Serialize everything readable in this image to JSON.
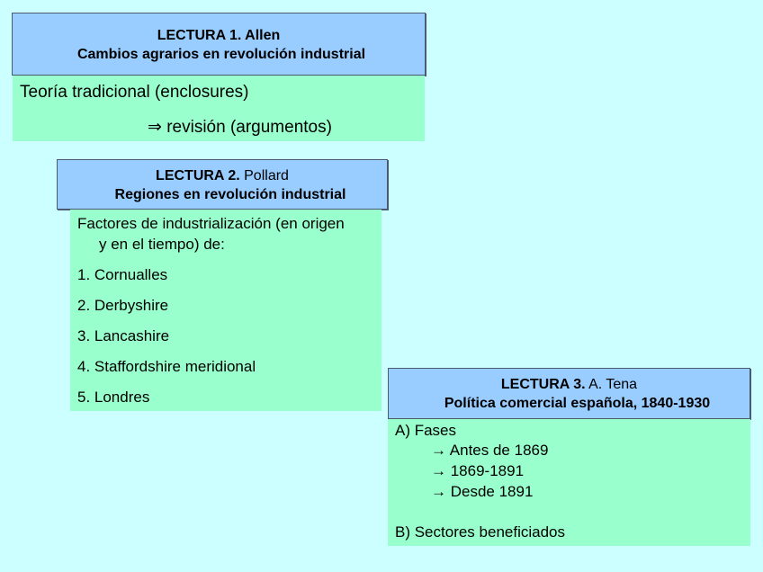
{
  "page": {
    "background": "#ccffff",
    "header_color": "#99ccff",
    "body_color": "#99ffcc"
  },
  "lectura1": {
    "title_bold": "LECTURA 1. Allen",
    "subtitle": "Cambios agrarios en revolución industrial",
    "lines": [
      "Teoría tradicional (enclosures)",
      "⇒ revisión (argumentos)"
    ]
  },
  "lectura2": {
    "title_bold": "LECTURA 2.",
    "title_author": " Pollard",
    "subtitle": "Regiones en revolución industrial",
    "intro_line1": "Factores de industrialización (en origen",
    "intro_line2": "y en el tiempo) de:",
    "items": [
      "1. Cornualles",
      "2. Derbyshire",
      "3. Lancashire",
      "4. Staffordshire meridional",
      "5. Londres"
    ]
  },
  "lectura3": {
    "title_bold": "LECTURA 3.",
    "title_author": " A. Tena",
    "subtitle": "Política comercial española, 1840-1930",
    "section_a": "A) Fases",
    "fases": [
      "→ Antes de 1869",
      "→ 1869-1891",
      "→ Desde 1891"
    ],
    "section_b": "B) Sectores beneficiados"
  }
}
